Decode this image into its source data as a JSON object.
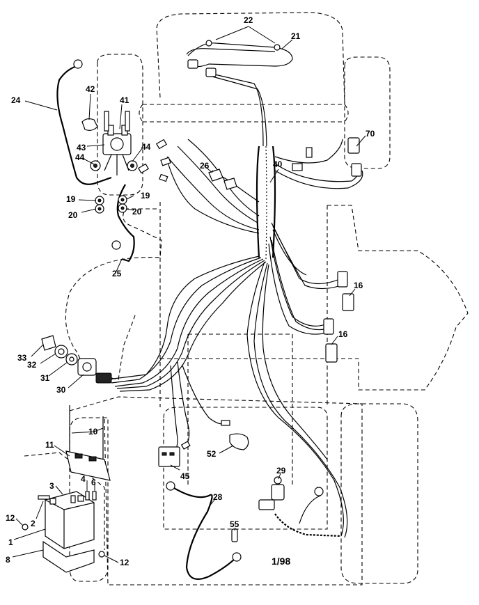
{
  "diagram": {
    "date_stamp": "1/98",
    "callouts": {
      "c22": "22",
      "c21": "21",
      "c24": "24",
      "c42": "42",
      "c41": "41",
      "c43": "43",
      "c44a": "44",
      "c44b": "44",
      "c26": "26",
      "c40": "40",
      "c70": "70",
      "c19a": "19",
      "c19b": "19",
      "c20a": "20",
      "c20b": "20",
      "c25": "25",
      "c16a": "16",
      "c16b": "16",
      "c33": "33",
      "c32": "32",
      "c31": "31",
      "c30": "30",
      "c10": "10",
      "c11": "11",
      "c52": "52",
      "c45": "45",
      "c29": "29",
      "c28": "28",
      "c3": "3",
      "c4": "4",
      "c6": "6",
      "c12a": "12",
      "c12b": "12",
      "c2": "2",
      "c1": "1",
      "c8": "8",
      "c55": "55"
    }
  }
}
